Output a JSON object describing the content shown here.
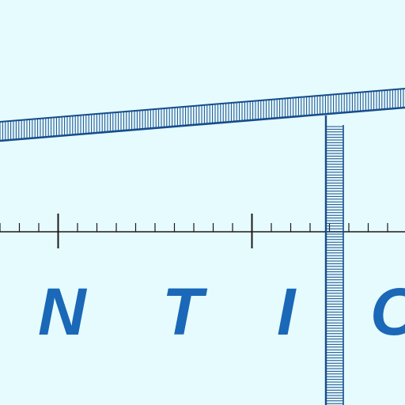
{
  "map": {
    "background_color": "#e6fbfd",
    "label_color": "#1a68b7",
    "boundary_color": "#164c8c",
    "scale_color": "#1a1a1a",
    "water_label_letters": [
      "N",
      "T",
      "I",
      "O"
    ]
  }
}
